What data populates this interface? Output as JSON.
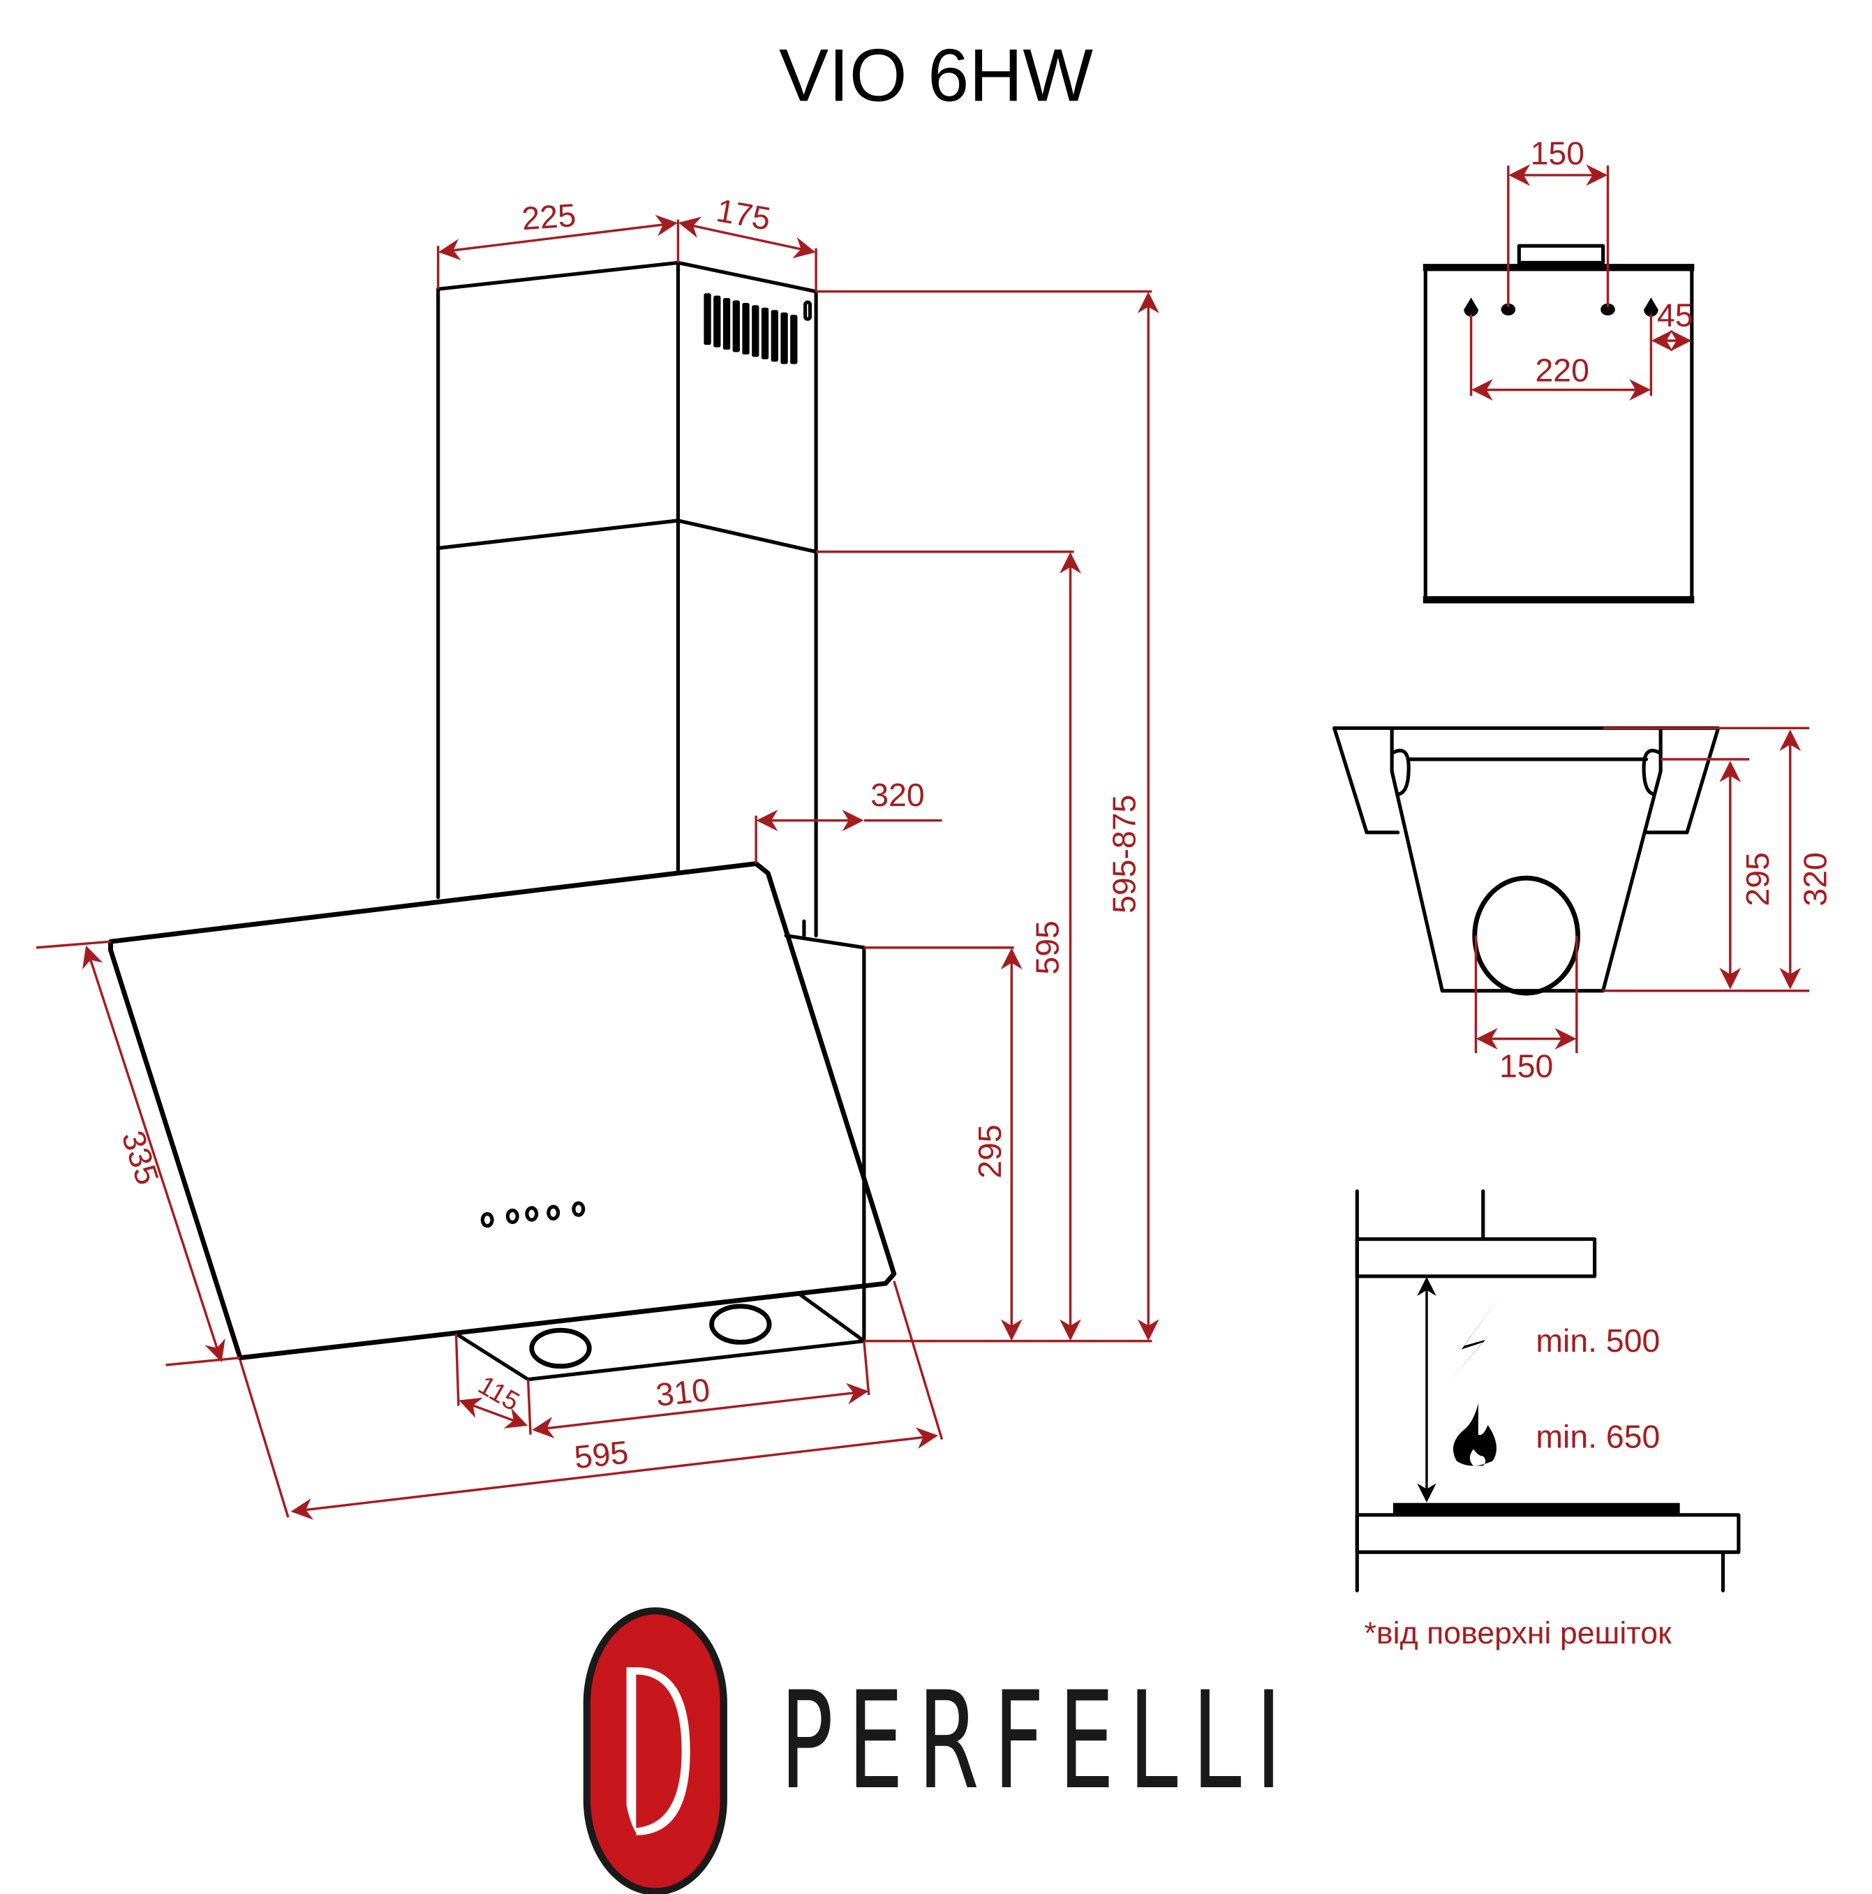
{
  "title": "VIO 6HW",
  "colors": {
    "dimension": "#a51c1f",
    "logo_red": "#c8161d",
    "line": "#000000"
  },
  "front_view": {
    "dims": {
      "chimney_width": "225",
      "chimney_depth": "175",
      "hood_depth_top": "320",
      "height_total": "595-875",
      "height_lower_chimney": "595",
      "height_glass": "295",
      "glass_slant": "335",
      "width_bottom": "595",
      "filter_span": "310",
      "filter_depth": "115"
    },
    "control_buttons": 5
  },
  "top_view": {
    "dims": {
      "outlet_holes": "150",
      "mount_holes": "220",
      "edge_offset": "45"
    }
  },
  "side_view": {
    "dims": {
      "outlet_diameter": "150",
      "height_inner": "295",
      "height_outer": "320"
    }
  },
  "installation": {
    "electric_min": "min. 500",
    "gas_min": "min. 650",
    "note": "*від поверхні решіток",
    "icons": [
      "lightning-icon",
      "flame-icon"
    ]
  },
  "brand": {
    "name": "PERFELLI",
    "logo_letter": "P"
  }
}
